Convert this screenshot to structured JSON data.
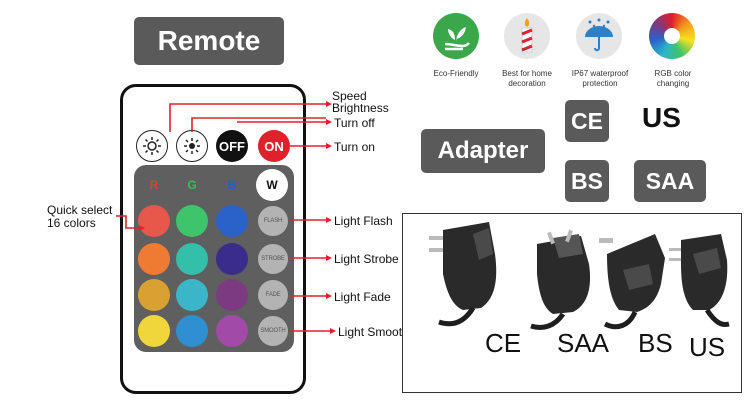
{
  "title": "Remote",
  "remote": {
    "top_buttons": [
      "OFF",
      "ON"
    ],
    "color_buttons": [
      "R",
      "G",
      "B",
      "W"
    ],
    "function_buttons": [
      "FLASH",
      "STROBE",
      "FADE",
      "SMOOTH"
    ]
  },
  "annotations": {
    "speed": "Speed",
    "brightness": "Brightness",
    "turn_off": "Turn off",
    "turn_on": "Turn on",
    "quick_select_line1": "Quick select",
    "quick_select_line2": "16 colors",
    "light_flash": "Light Flash",
    "light_strobe": "Light Strobe",
    "light_fade": "Light Fade",
    "light_smooth": "Light Smooth"
  },
  "features": [
    {
      "icon": "eco-friendly-icon",
      "label_line1": "Eco-Friendly",
      "label_line2": ""
    },
    {
      "icon": "candle-icon",
      "label_line1": "Best for home",
      "label_line2": "decoration"
    },
    {
      "icon": "umbrella-rain-icon",
      "label_line1": "IP67 waterproof",
      "label_line2": "protection"
    },
    {
      "icon": "color-wheel-icon",
      "label_line1": "RGB color",
      "label_line2": "changing"
    }
  ],
  "adapter": {
    "title": "Adapter",
    "types": [
      "CE",
      "US",
      "BS",
      "SAA"
    ],
    "photo_labels": [
      "CE",
      "SAA",
      "BS",
      "US"
    ]
  },
  "colors": {
    "accent_red": "#e0202a",
    "label_gray": "#5a5a5a",
    "eco_green": "#3aa84a",
    "rain_blue": "#2e7fc6"
  }
}
